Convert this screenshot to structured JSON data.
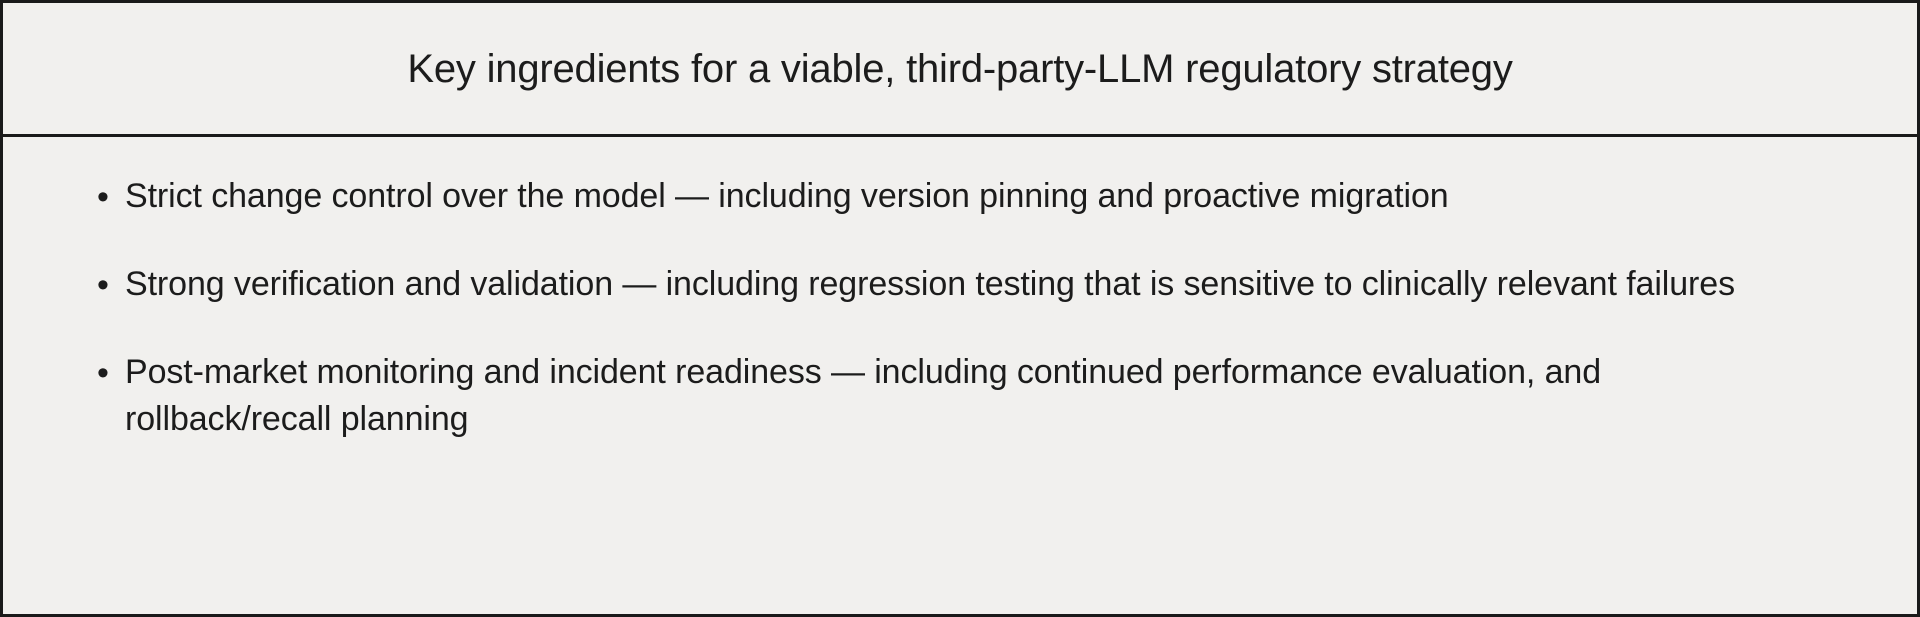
{
  "slide": {
    "title": "Key ingredients for a viable, third-party-LLM regulatory strategy",
    "background_color": "#f1f0ee",
    "border_color": "#1a1a1a",
    "text_color": "#1c1c1c",
    "bullet_marker": "•",
    "bullets": [
      {
        "text": "Strict change control over the model — including version pinning and proactive migration"
      },
      {
        "text": "Strong verification and validation — including regression testing that is sensitive to clinically relevant failures"
      },
      {
        "text": "Post-market monitoring and incident readiness — including continued performance evaluation, and rollback/recall planning"
      }
    ]
  }
}
